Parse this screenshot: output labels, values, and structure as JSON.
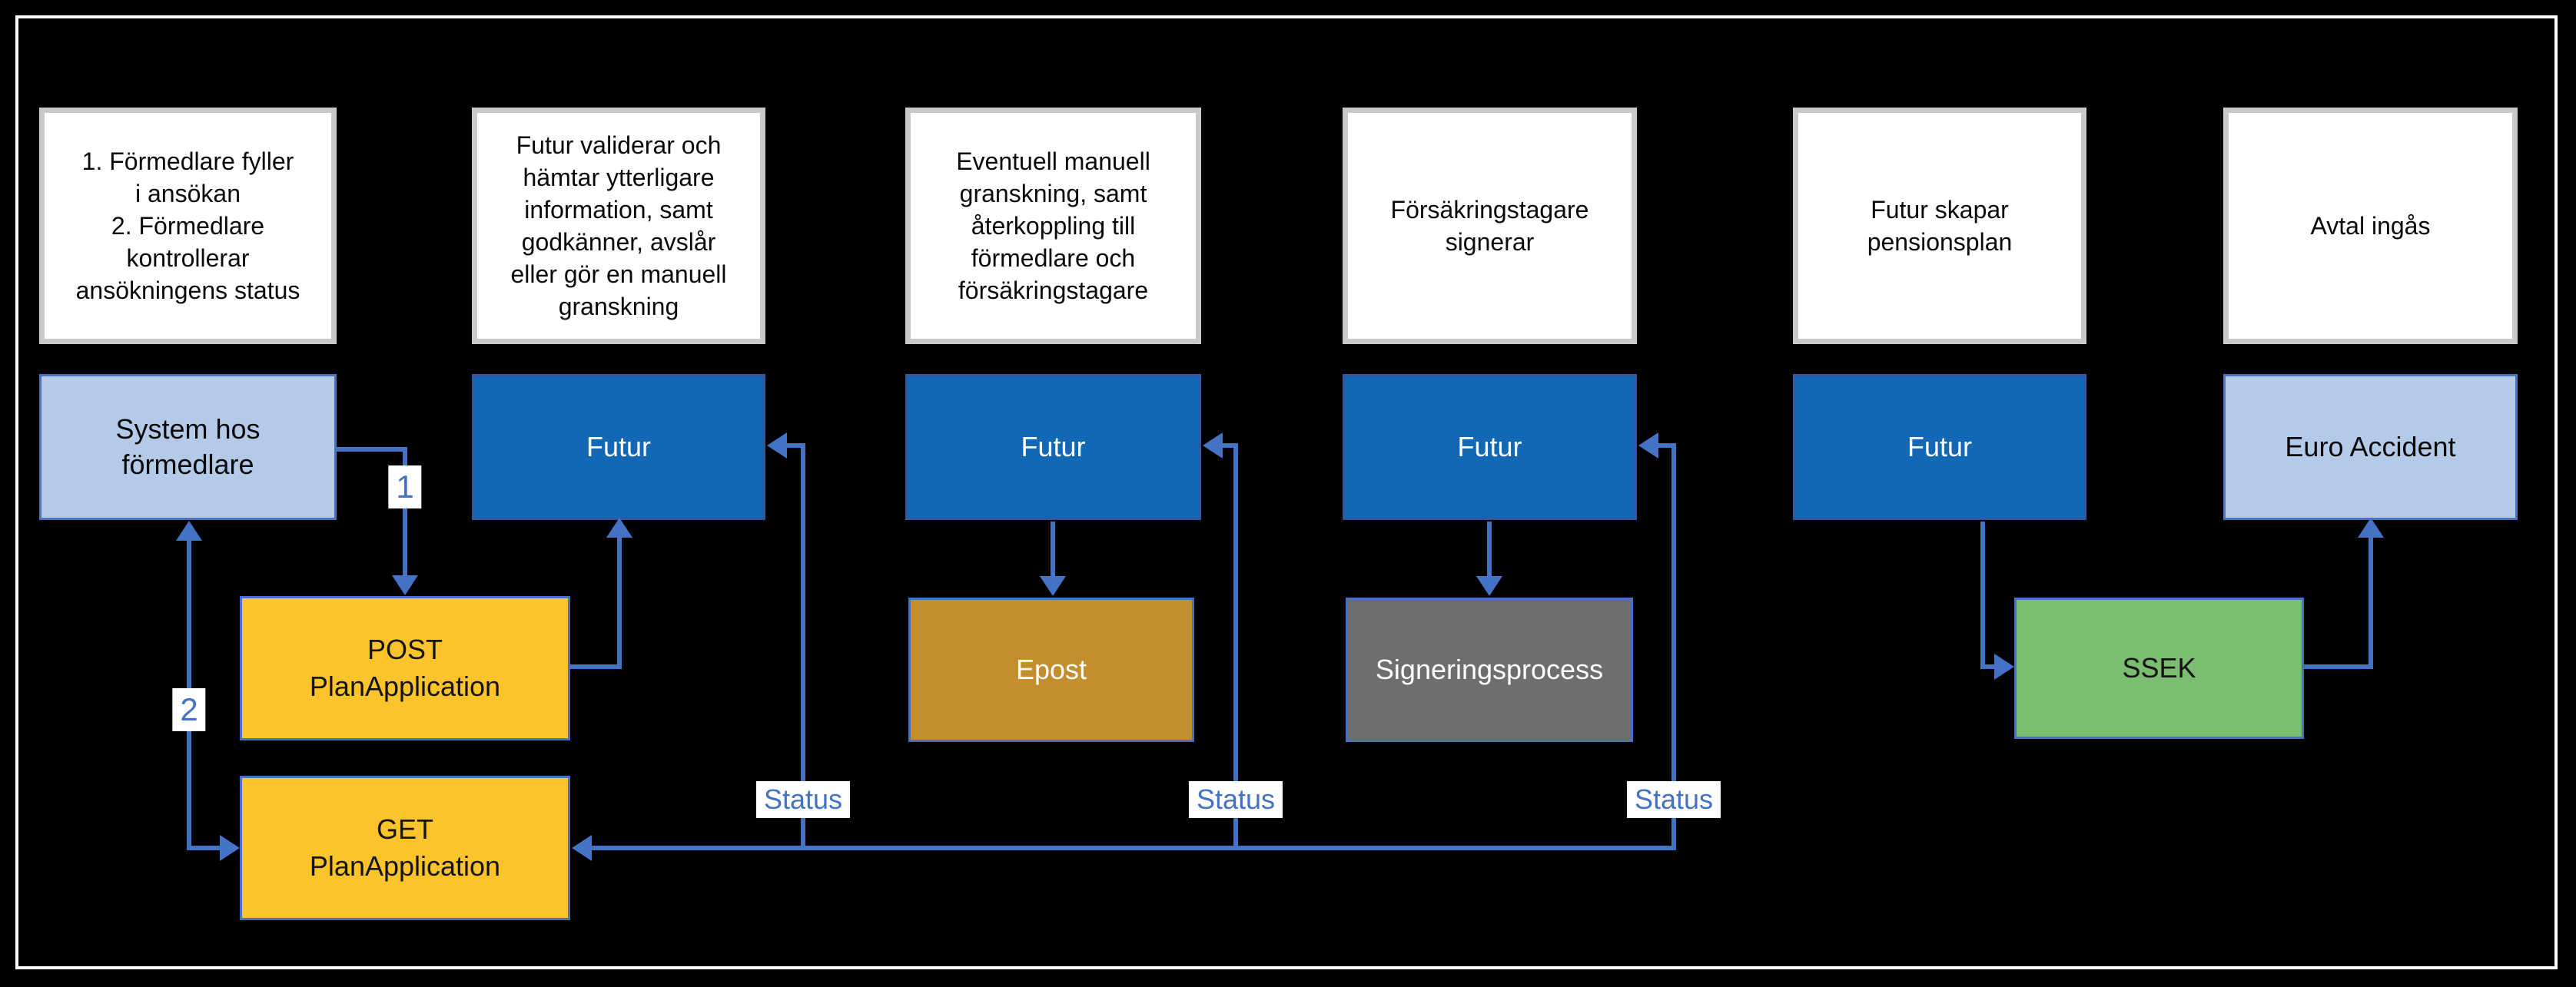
{
  "colors": {
    "background": "#000000",
    "frame_border": "#FFFFFF",
    "note_fill": "#FFFFFF",
    "note_border": "#C9C9C9",
    "actor_dark_fill": "#1268B5",
    "actor_light_fill": "#B5CAE8",
    "process_yellow": "#FBC42C",
    "process_orange": "#C28F2C",
    "process_gray": "#6E6E6E",
    "process_green": "#7BBD71",
    "arrow": "#4472C4"
  },
  "notes": [
    "1. Förmedlare fyller\ni ansökan\n2. Förmedlare\nkontrollerar\nansökningens status",
    "Futur validerar och\nhämtar ytterligare\ninformation, samt\ngodkänner, avslår\neller gör en manuell\ngranskning",
    "Eventuell manuell\ngranskning, samt\nåterkoppling till\nförmedlare och\nförsäkringstagare",
    "Försäkringstagare\nsignerar",
    "Futur skapar\npensionsplan",
    "Avtal ingås"
  ],
  "actors": [
    "System hos\nförmedlare",
    "Futur",
    "Futur",
    "Futur",
    "Futur",
    "Euro Accident"
  ],
  "processes": {
    "post": "POST\nPlanApplication",
    "get": "GET\nPlanApplication",
    "epost": "Epost",
    "signing": "Signeringsprocess",
    "ssek": "SSEK"
  },
  "edge_labels": {
    "step1": "1",
    "step2": "2",
    "status": "Status"
  }
}
